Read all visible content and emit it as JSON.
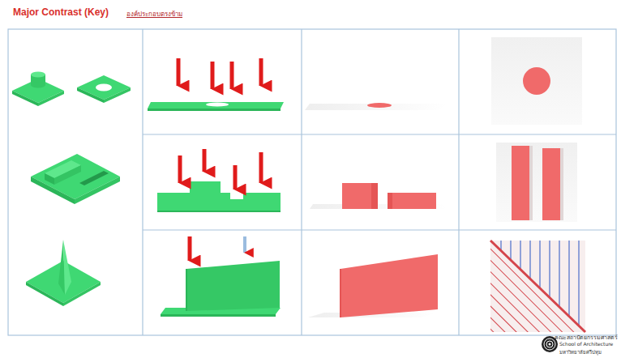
{
  "diagram": {
    "title": "Major Contrast (Key)",
    "labels": [
      "องค์ประกอบตรงข้าม",
      "คณะสถาปัตยกรรมศาสตร์",
      "School of Architecture",
      "มหาวิทยาลัยศรีปทุม"
    ]
  }
}
